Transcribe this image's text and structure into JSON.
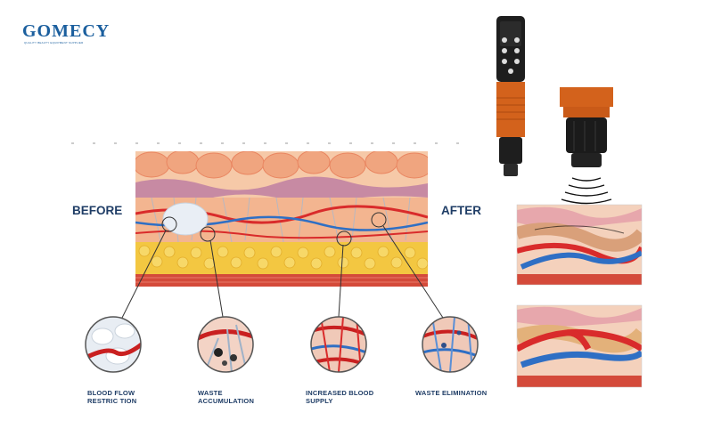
{
  "brand": {
    "name": "GOMECY",
    "tagline": "QUALITY BEAUTY EQUIPMENT SUPPLIER"
  },
  "labels": {
    "before": "BEFORE",
    "after": "AFTER"
  },
  "captions": [
    {
      "line1": "BLOOD FLOW",
      "line2": "RESTRIC TION"
    },
    {
      "line1": "WASTE",
      "line2": "ACCUMULATION"
    },
    {
      "line1": "INCREASED BLOOD",
      "line2": "SUPPLY"
    },
    {
      "line1": "WASTE ELIMINATION",
      "line2": ""
    }
  ],
  "colors": {
    "brand": "#1b5f9e",
    "label": "#1f3d66",
    "device_orange": "#d3621c",
    "skin": "#f1b690",
    "fat": "#f1c232",
    "artery": "#d92b2b",
    "vein": "#2f6fc4"
  }
}
